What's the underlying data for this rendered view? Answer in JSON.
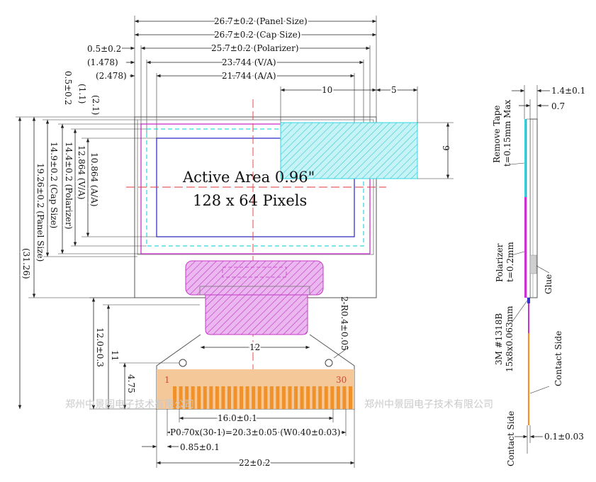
{
  "title": {
    "line1": "Active Area 0.96\"",
    "line2": "128 x 64 Pixels"
  },
  "dims": {
    "panel_w": "26.7±0.2 (Panel Size)",
    "cap_w": "26.7±0.2 (Cap Size)",
    "pol_w": "25.7±0.2 (Polarizer)",
    "va_w": "23.744 (V/A)",
    "aa_w": "21.744 (A/A)",
    "left_05": "0.5±0.2",
    "left_1478": "(1.478)",
    "left_2478": "(2.478)",
    "win_10": "10",
    "win_5": "5",
    "win_9": "9",
    "v_05": "0.5±0.2",
    "v_11": "(1.1)",
    "v_21": "(2.1)",
    "aa_h": "10.864 (A/A)",
    "va_h": "12.864 (V/A)",
    "pol_h": "14.4±0.2 (Polarizer)",
    "cap_h": "14.9±0.2 (Cap Size)",
    "panel_h": "19.26±0.2 (Panel Size)",
    "total_h": "(31.26)",
    "fpc_12": "12.0±0.3",
    "fpc_11": "11",
    "fpc_475": "4.75",
    "neck_12": "12",
    "radius": "2-R0.4±0.05",
    "pin1": "1",
    "pin30": "30",
    "pins_w": "16.0±0.1",
    "pitch": "P0.70x(30-1)=20.3±0.05 (W0.40±0.03)",
    "edge": "0.85±0.1",
    "fpc_w": "22±0.2"
  },
  "side": {
    "thick": "1.4±0.1",
    "t07": "0.7",
    "remove_tape_1": "Remove Tape",
    "remove_tape_2": "t=0.15mm Max",
    "polarizer_1": "Polarizer",
    "polarizer_2": "t=0.2mm",
    "glue": "Glue",
    "tape_1": "3M #1318B",
    "tape_2": "15x8x0.063mm",
    "contact_side_a": "Contact Side",
    "contact_side_b": "Contact Side",
    "fpc_t": "0.1±0.03"
  },
  "watermark": {
    "left": "郑州中景园电子技术有限公司",
    "right": "郑州中景园电子技术有限公司"
  },
  "colors": {
    "magenta": "#cc33cc",
    "blue": "#3333cc",
    "cyan": "#33d6e0",
    "orange": "#f0912a",
    "red": "#e23a3a"
  }
}
